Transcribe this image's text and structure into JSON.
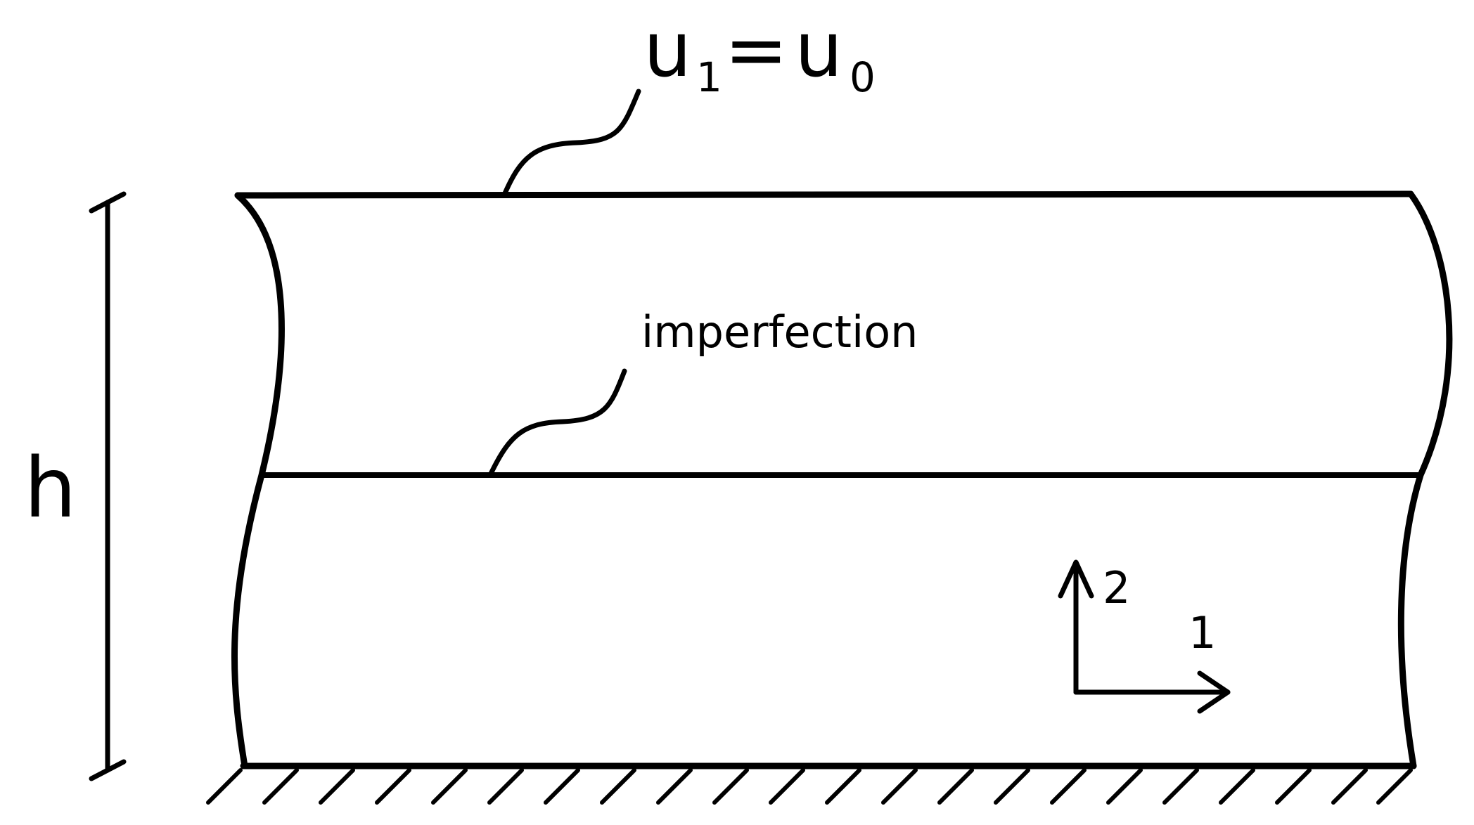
{
  "labels": {
    "top_bc": {
      "main": "u",
      "sub1": "1",
      "eq": "=",
      "main2": "u",
      "sub2": "0"
    },
    "interface": "imperfection",
    "height": "h",
    "axis_vertical": "2",
    "axis_horizontal": "1"
  },
  "colors": {
    "line": "#000000",
    "background": "#ffffff"
  }
}
